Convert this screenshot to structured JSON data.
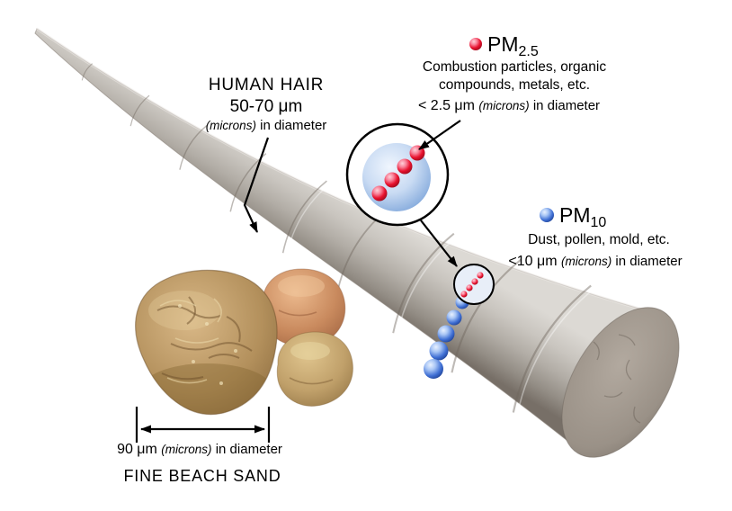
{
  "hair": {
    "title": "HUMAN HAIR",
    "size": "50-70 μm",
    "microns": "(microns)",
    "suffix": " in diameter"
  },
  "pm25": {
    "name": "PM",
    "sub": "2.5",
    "line1": "Combustion particles, organic",
    "line2": "compounds, metals, etc.",
    "size": "< 2.5 μm ",
    "microns": "(microns)",
    "suffix": " in diameter",
    "color": "#e8112d"
  },
  "pm10": {
    "name": "PM",
    "sub": "10",
    "line1": "Dust, pollen, mold, etc.",
    "size": "<10 μm ",
    "microns": "(microns)",
    "suffix": " in diameter",
    "color": "#2456c8"
  },
  "sand": {
    "size": "90 μm ",
    "microns": "(microns)",
    "suffix": " in diameter",
    "title": "FINE BEACH SAND"
  },
  "colors": {
    "hair_light": "#d9d6d1",
    "hair_dark": "#7a746c",
    "sand_main": "#b3905c",
    "sand_pink": "#c98a5e",
    "sand_tan": "#c0a06a"
  }
}
